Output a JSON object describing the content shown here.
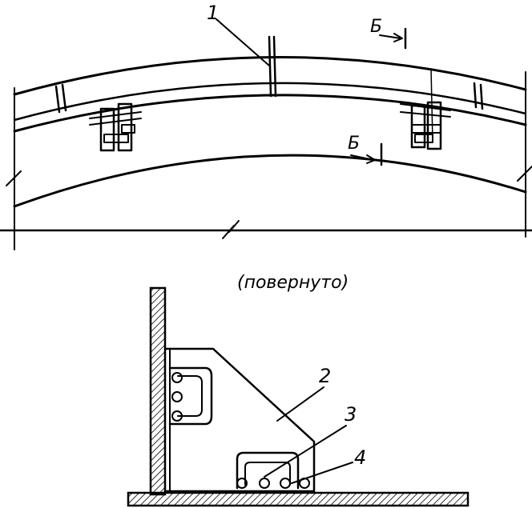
{
  "labels": {
    "leader_1": "1",
    "leader_2": "2",
    "leader_3": "3",
    "leader_4": "4",
    "section_top": "Б",
    "section_mid": "Б",
    "rotated_note": "(повернуто)"
  }
}
